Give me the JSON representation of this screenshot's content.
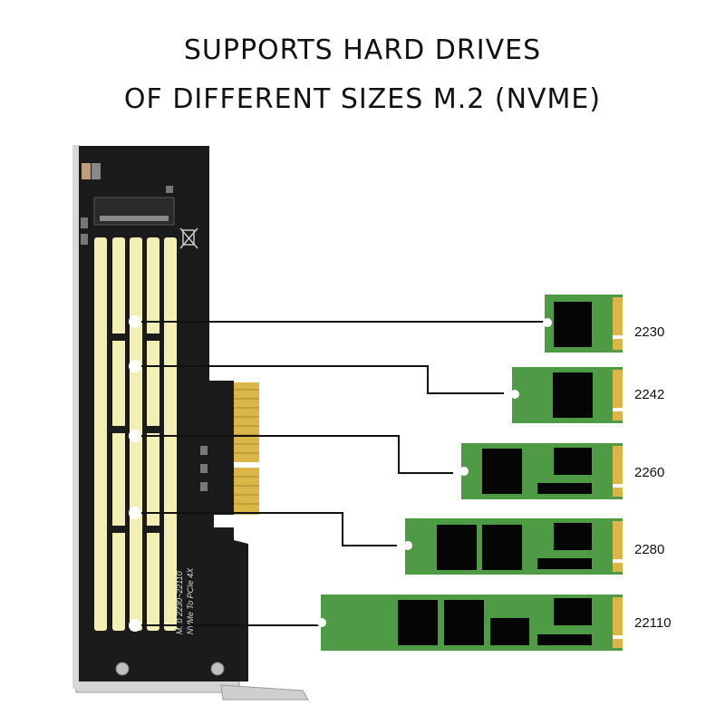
{
  "headline": {
    "line1": "SUPPORTS HARD DRIVES",
    "line2": "OF DIFFERENT SIZES M.2 (NVME)"
  },
  "card_silkscreen": {
    "line1": "M10  2230~22110",
    "line2": "NVMe To PCIe 4X"
  },
  "ssd_sizes": [
    {
      "label": "2230"
    },
    {
      "label": "2242"
    },
    {
      "label": "2260"
    },
    {
      "label": "2280"
    },
    {
      "label": "22110"
    }
  ],
  "colors": {
    "pcb_black": "#1b1b1b",
    "slot_yellow": "#f3eeb4",
    "ssd_green": "#4f9a44",
    "gold": "#d9b645",
    "chip": "#050505",
    "bracket": "#c9c9c9"
  }
}
